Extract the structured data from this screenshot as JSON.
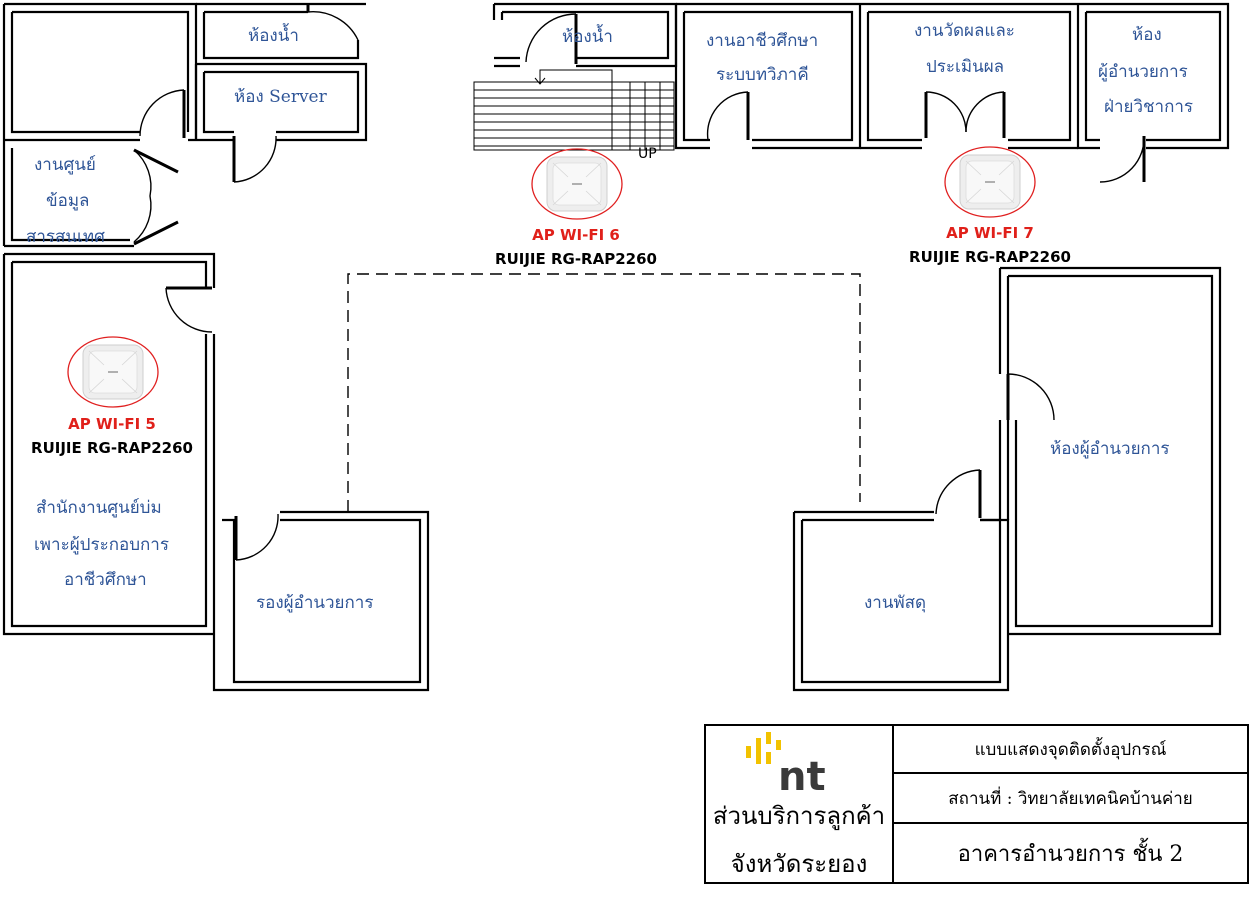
{
  "rooms": {
    "restroom_left": "ห้องน้ำ",
    "server_room": "ห้อง Server",
    "restroom_center": "ห้องน้ำ",
    "vocational_line1": "งานอาชีวศึกษา",
    "vocational_line2": "ระบบทวิภาคี",
    "evaluation_line1": "งานวัดผลและ",
    "evaluation_line2": "ประเมินผล",
    "academic_director_line1": "ห้อง",
    "academic_director_line2": "ผู้อำนวยการ",
    "academic_director_line3": "ฝ่ายวิชาการ",
    "info_center_line1": "งานศูนย์",
    "info_center_line2": "ข้อมูล",
    "info_center_line3": "สารสนเทศ",
    "incubator_line1": "สำนักงานศูนย์บ่ม",
    "incubator_line2": "เพาะผู้ประกอบการ",
    "incubator_line3": "อาชีวศึกษา",
    "deputy_director": "รองผู้อำนวยการ",
    "supplies": "งานพัสดุ",
    "director_room": "ห้องผู้อำนวยการ"
  },
  "stairs": {
    "up_label": "UP"
  },
  "access_points": [
    {
      "title": "AP WI-FI 5",
      "model": "RUIJIE RG-RAP2260"
    },
    {
      "title": "AP WI-FI 6",
      "model": "RUIJIE RG-RAP2260"
    },
    {
      "title": "AP WI-FI 7",
      "model": "RUIJIE RG-RAP2260"
    }
  ],
  "title_block": {
    "department_line1": "ส่วนบริการลูกค้า",
    "department_line2": "จังหวัดระยอง",
    "drawing_title": "แบบแสดงจุดติดตั้งอุปกรณ์",
    "location": "สถานที่ :  วิทยาลัยเทคนิคบ้านค่าย",
    "building": "อาคารอำนวยการ ชั้น 2",
    "logo_text": "nt"
  },
  "colors": {
    "room_label": "#2f5597",
    "ap_title": "#e0201a",
    "logo_yellow": "#f2c200",
    "logo_dark": "#3a3a3a"
  }
}
